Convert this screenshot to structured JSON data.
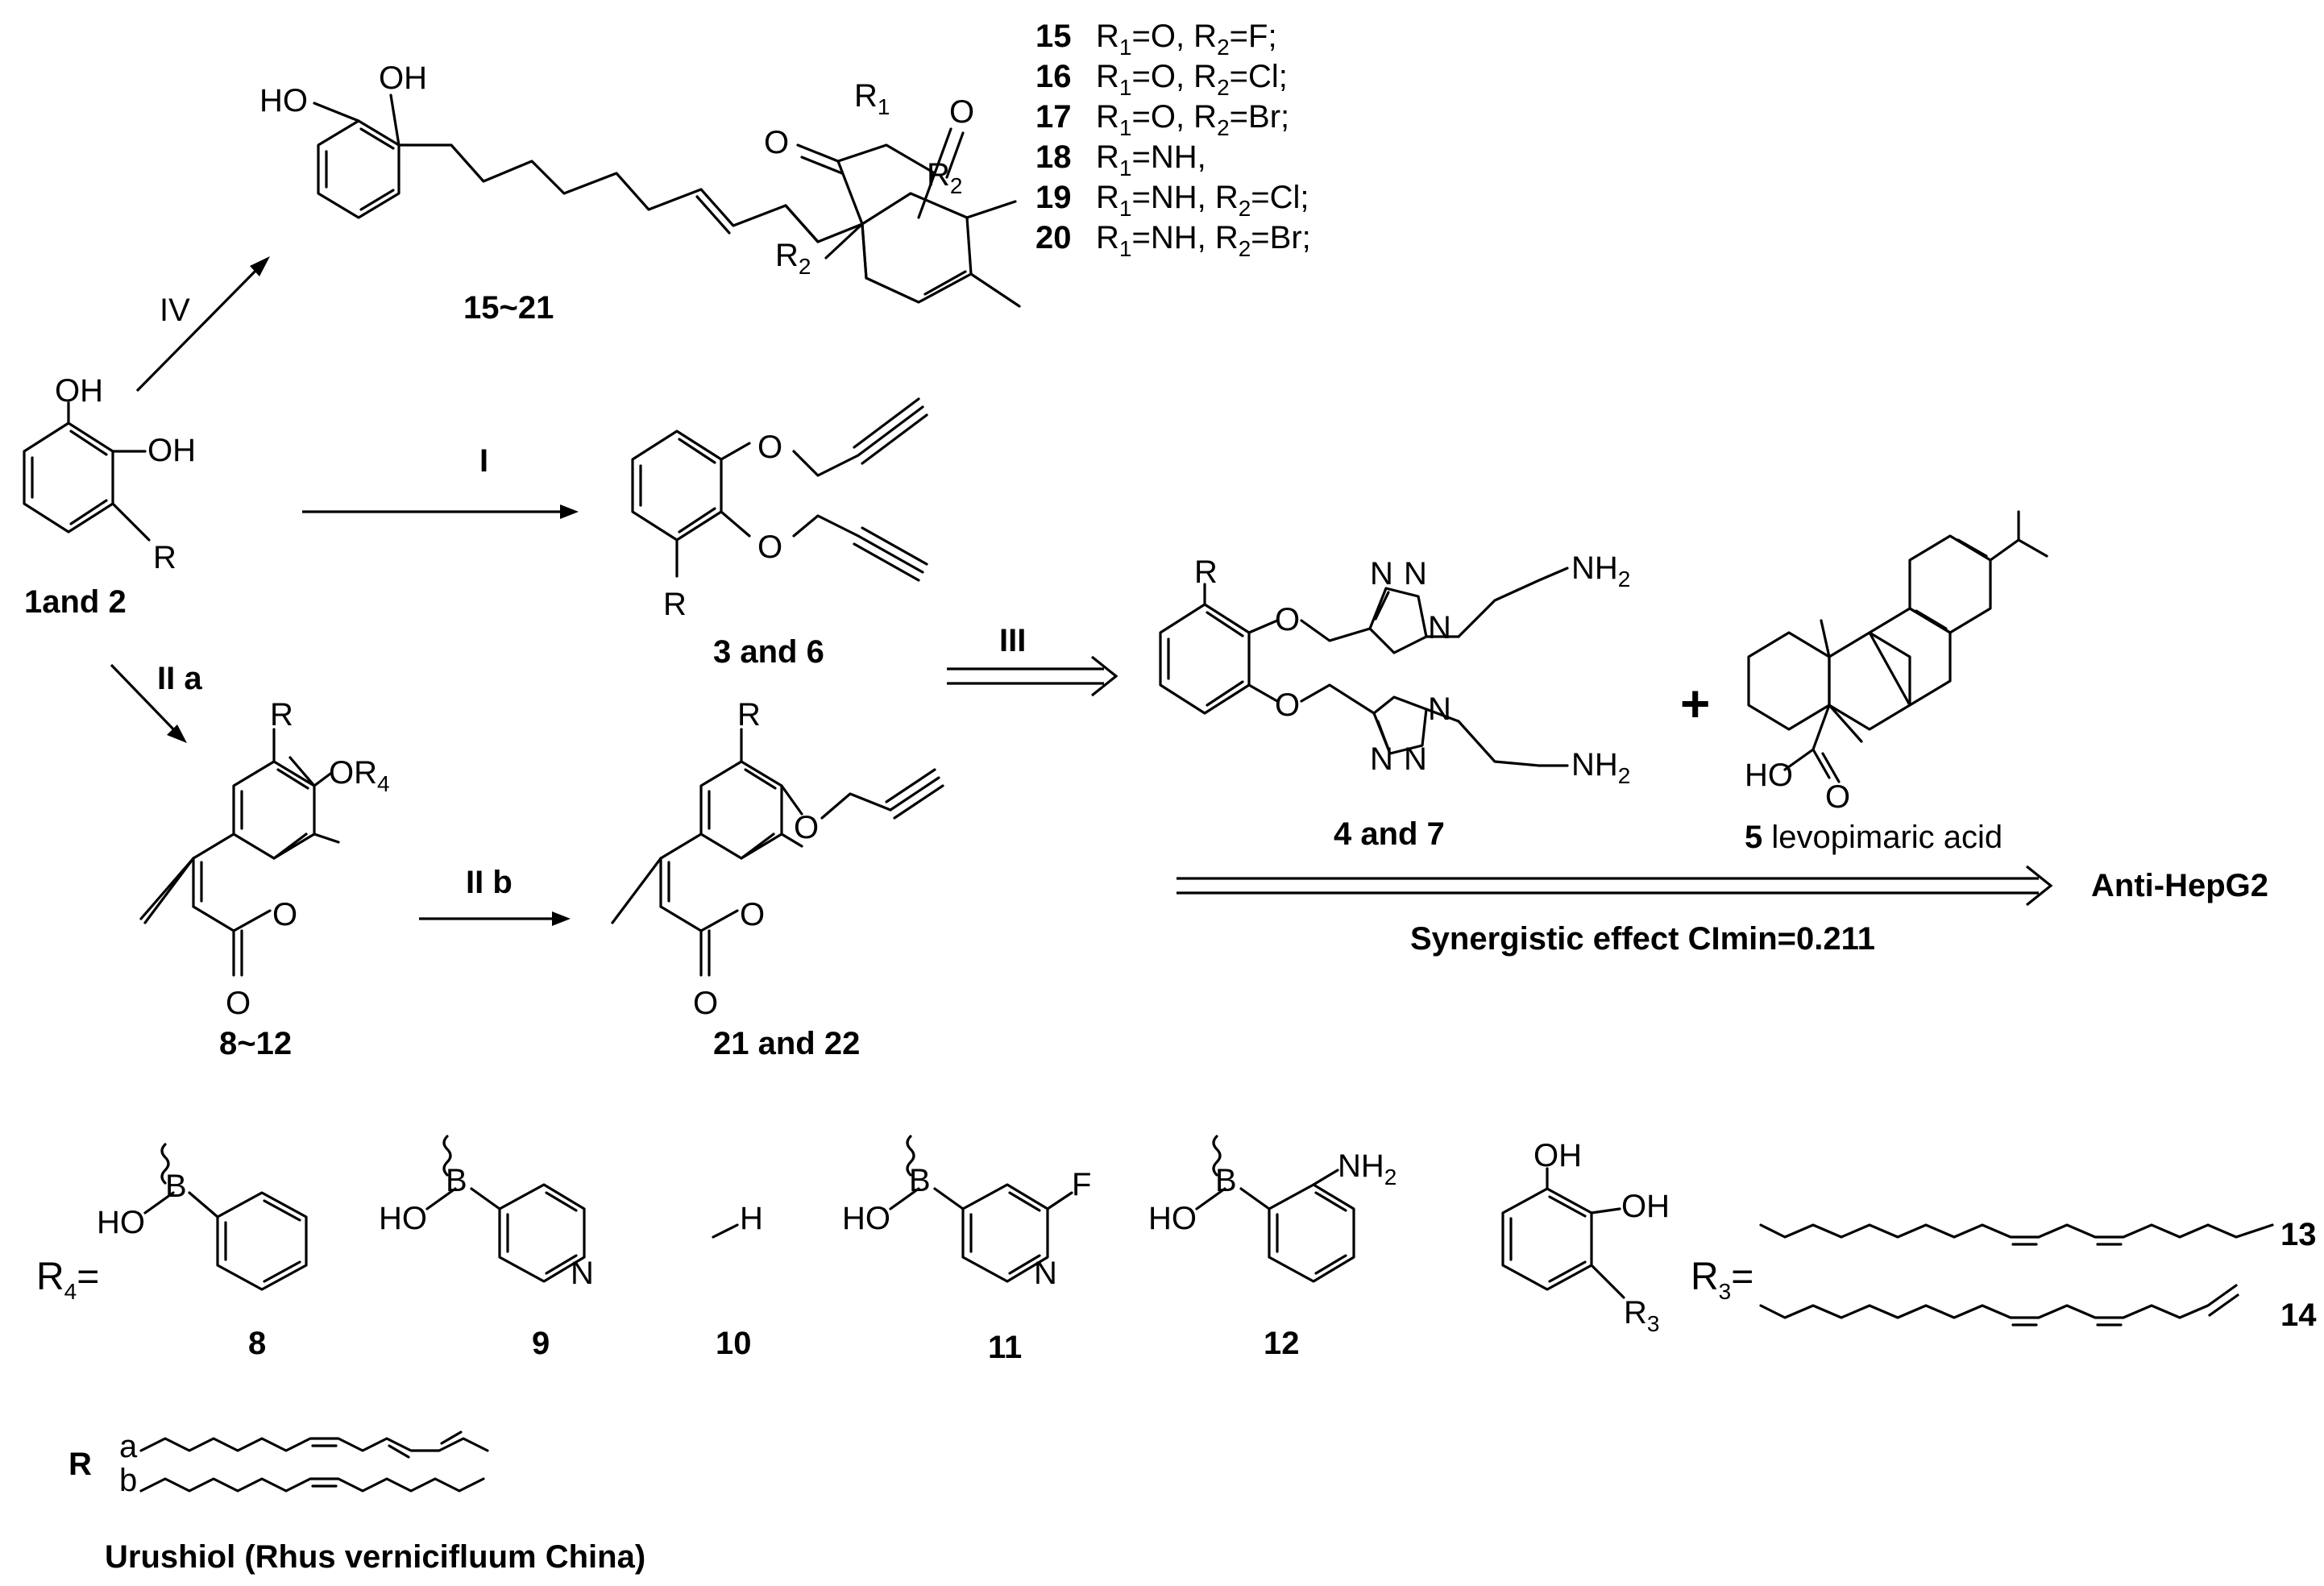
{
  "reagents": {
    "step_iv": "IV",
    "step_i": "I",
    "step_iia": "II a",
    "step_iib": "II b",
    "step_iii": "III"
  },
  "labels": {
    "c15_21": "15~21",
    "c1and2": "1and 2",
    "c3and6": "3 and 6",
    "c4and7": "4 and  7",
    "c8_12": "8~12",
    "c21and22": "21 and 22",
    "c5_num": "5",
    "c5_name": "levopimaric acid",
    "plus": "+",
    "target": "Anti-HepG2",
    "synergy": "Synergistic effect CImin=0.211",
    "r4_prefix": "R",
    "r4_sub": "4",
    "r4_eq": "=",
    "r3_prefix": "R",
    "r3_sub": "3",
    "r3_eq": "=",
    "r_label": "R",
    "r_a": "a",
    "r_b": "b",
    "urushiol": "Urushiol (Rhus vernicifluum China)"
  },
  "r4_numbers": [
    "8",
    "9",
    "10",
    "11",
    "12"
  ],
  "r3_numbers": [
    "13",
    "14"
  ],
  "derivatives": [
    {
      "num": "15",
      "r1": "=O",
      "r2": "=F;"
    },
    {
      "num": "16",
      "r1": "=O",
      "r2": "=Cl;"
    },
    {
      "num": "17",
      "r1": "=O",
      "r2": "=Br;"
    },
    {
      "num": "18",
      "r1": "=NH,",
      "r2": ""
    },
    {
      "num": "19",
      "r1": "=NH,",
      "r2": "=Cl;"
    },
    {
      "num": "20",
      "r1": "=NH,",
      "r2": "=Br;"
    }
  ],
  "atoms": {
    "oh": "OH",
    "ho": "HO",
    "o": "O",
    "r": "R",
    "n": "N",
    "nh2": "NH",
    "two": "2",
    "b": "B",
    "h": "H",
    "f": "F",
    "r1": "R",
    "r2": "R",
    "one": "1",
    "three": "3",
    "or4": "OR",
    "four": "4"
  }
}
